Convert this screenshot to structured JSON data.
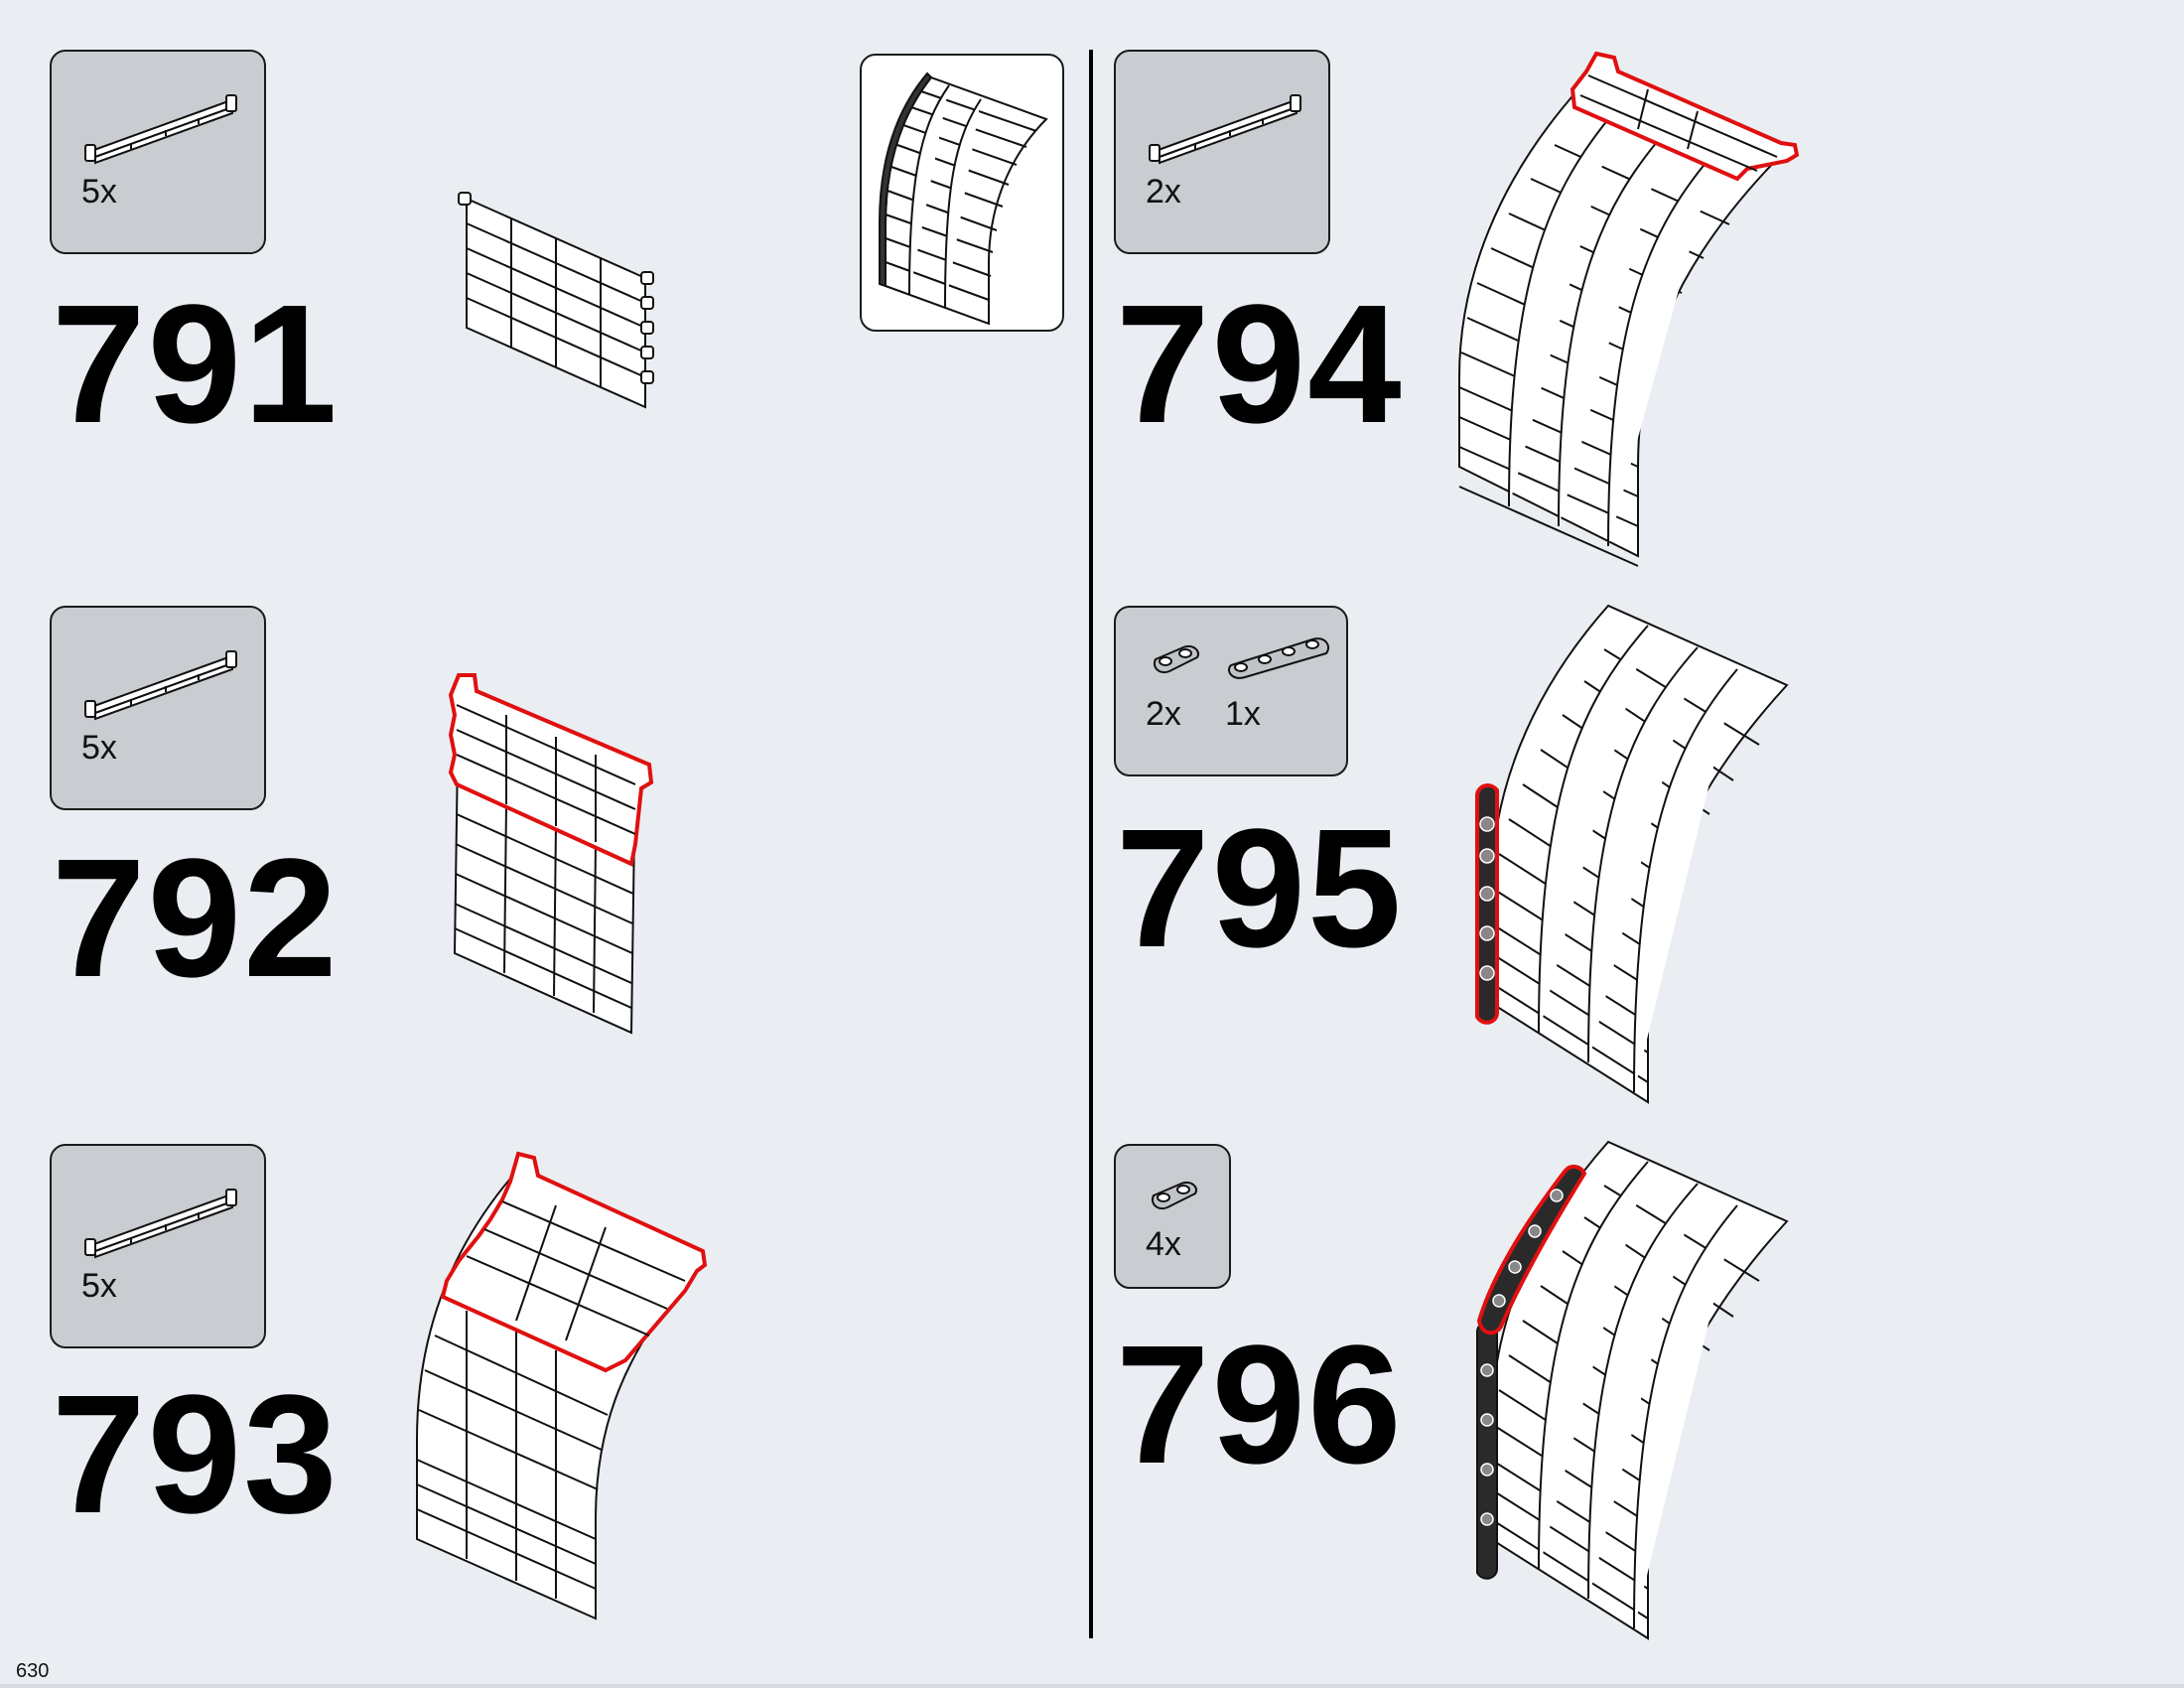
{
  "page_number": "630",
  "steps": [
    {
      "number": "791",
      "parts": [
        {
          "qty": "5x",
          "icon": "window-shutter-piece-icon"
        }
      ]
    },
    {
      "number": "792",
      "parts": [
        {
          "qty": "5x",
          "icon": "window-shutter-piece-icon"
        }
      ]
    },
    {
      "number": "793",
      "parts": [
        {
          "qty": "5x",
          "icon": "window-shutter-piece-icon"
        }
      ]
    },
    {
      "number": "794",
      "parts": [
        {
          "qty": "2x",
          "icon": "window-shutter-piece-icon"
        }
      ]
    },
    {
      "number": "795",
      "parts": [
        {
          "qty": "2x",
          "icon": "plate-1x2-rounded-icon"
        },
        {
          "qty": "1x",
          "icon": "plate-1x4-rounded-icon"
        }
      ]
    },
    {
      "number": "796",
      "parts": [
        {
          "qty": "4x",
          "icon": "plate-1x2-rounded-icon"
        }
      ]
    }
  ],
  "colors": {
    "highlight": "#e01010",
    "part_box_fill": "#c9ccd0",
    "background": "#eaeef2"
  }
}
